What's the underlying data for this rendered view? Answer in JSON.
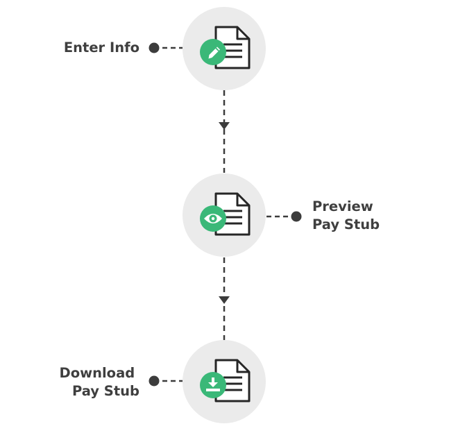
{
  "colors": {
    "circle": "#ebebeb",
    "accent": "#3ab878",
    "ink": "#262626",
    "connector": "#3c3c3c",
    "label": "#3f3f3f",
    "paper": "#ffffff"
  },
  "steps": [
    {
      "label_lines": [
        "Enter Info"
      ],
      "icon": "document-edit-icon",
      "badge_icon": "pencil-icon"
    },
    {
      "label_lines": [
        "Preview",
        "Pay Stub"
      ],
      "icon": "document-preview-icon",
      "badge_icon": "eye-icon"
    },
    {
      "label_lines": [
        "Download",
        "Pay Stub"
      ],
      "icon": "document-download-icon",
      "badge_icon": "download-icon"
    }
  ]
}
